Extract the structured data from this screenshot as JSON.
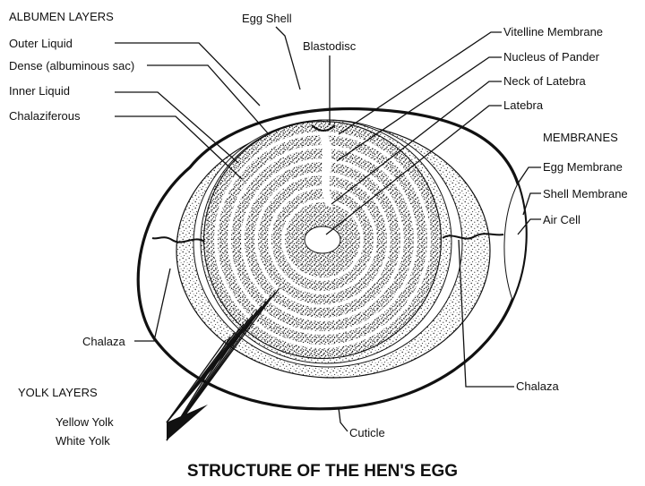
{
  "title": "STRUCTURE OF THE HEN'S EGG",
  "sections": {
    "albumen_layers": "ALBUMEN LAYERS",
    "membranes": "MEMBRANES",
    "yolk_layers": "YOLK LAYERS"
  },
  "labels": {
    "outer_liquid": "Outer Liquid",
    "dense": "Dense (albuminous sac)",
    "inner_liquid": "Inner Liquid",
    "chalaziferous": "Chalaziferous",
    "egg_shell": "Egg Shell",
    "blastodisc": "Blastodisc",
    "vitelline_membrane": "Vitelline Membrane",
    "nucleus_of_pander": "Nucleus of Pander",
    "neck_of_latebra": "Neck of Latebra",
    "latebra": "Latebra",
    "egg_membrane": "Egg Membrane",
    "shell_membrane": "Shell Membrane",
    "air_cell": "Air Cell",
    "chalaza_left": "Chalaza",
    "chalaza_right": "Chalaza",
    "yellow_yolk": "Yellow Yolk",
    "white_yolk": "White Yolk",
    "cuticle": "Cuticle"
  },
  "colors": {
    "ink": "#111111",
    "background": "#ffffff"
  }
}
